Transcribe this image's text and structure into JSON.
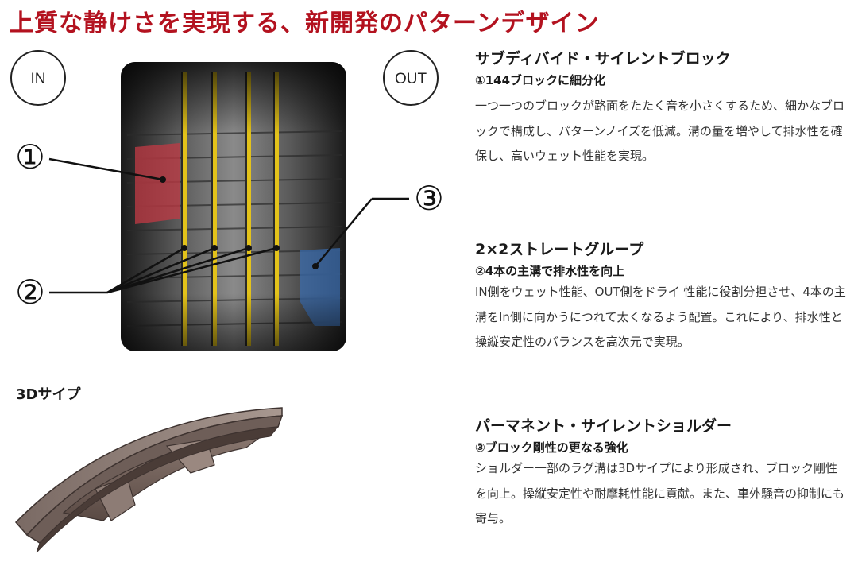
{
  "title": "上質な静けさを実現する、新開発のパターンデザイン",
  "diagram": {
    "in_label": "IN",
    "out_label": "OUT",
    "marker1": "①",
    "marker2": "②",
    "marker3": "③"
  },
  "sipe": {
    "label": "3Dサイプ"
  },
  "sections": [
    {
      "heading": "サブディバイド・サイレントブロック",
      "subheading": "①144ブロックに細分化",
      "body": "一つ一つのブロックが路面をたたく音を小さくするため、細かなブロックで構成し、パターンノイズを低減。溝の量を増やして排水性を確保し、高いウェット性能を実現。"
    },
    {
      "heading": "2×2ストレートグループ",
      "subheading": "②4本の主溝で排水性を向上",
      "body": "IN側をウェット性能、OUT側をドライ 性能に役割分担させ、4本の主溝をIn側に向かうにつれて太くなるよう配置。これにより、排水性と操縦安定性のバランスを高次元で実現。"
    },
    {
      "heading": "パーマネント・サイレントショルダー",
      "subheading": "③ブロック剛性の更なる強化",
      "body": "ショルダー一部のラグ溝は3Dサイプにより形成され、ブロック剛性を向上。操縦安定性や耐摩耗性能に貢献。また、車外騒音の抑制にも寄与。"
    }
  ],
  "colors": {
    "title": "#b3121f",
    "groove_highlight": "#e3c21a",
    "block_red": "#c23a44",
    "shoulder_blue": "#3a6fb5"
  }
}
